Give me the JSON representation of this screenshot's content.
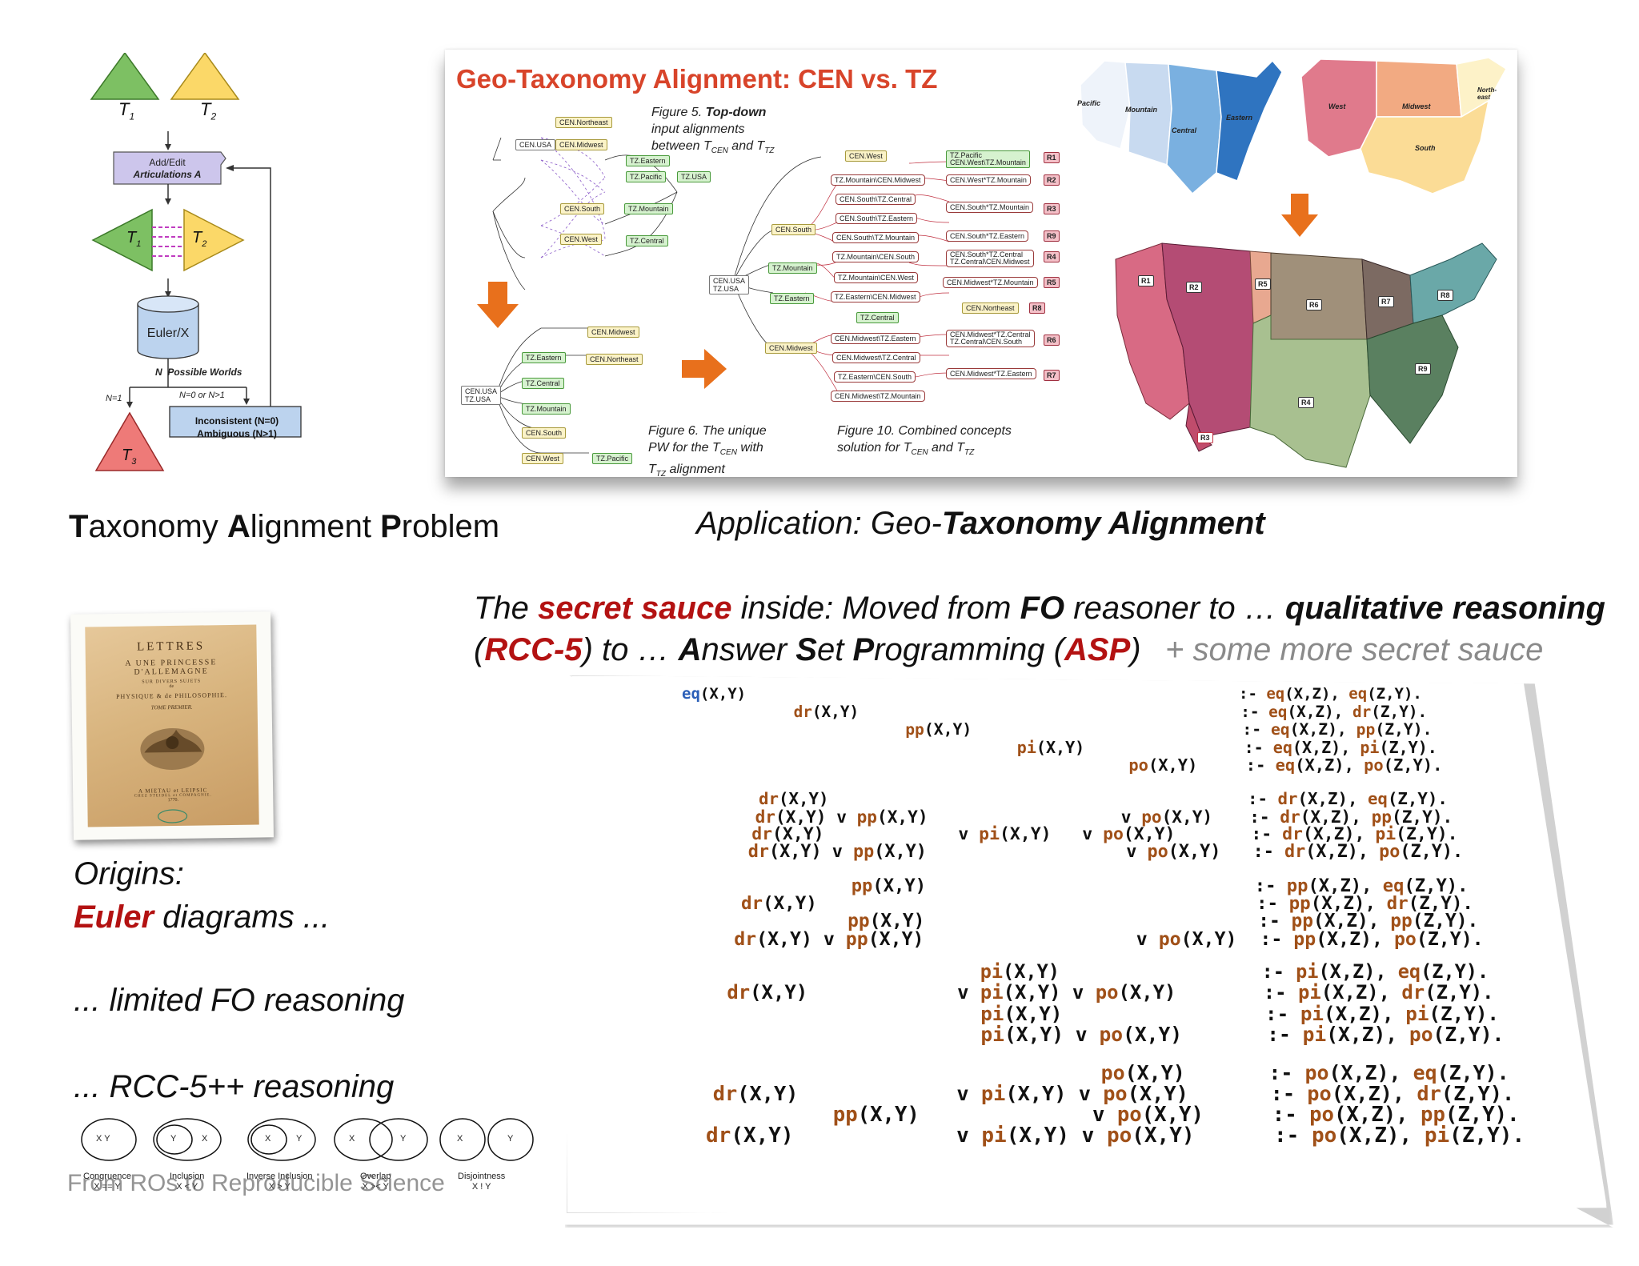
{
  "flow": {
    "t1": "T",
    "t1_sub": "1",
    "t2": "T",
    "t2_sub": "2",
    "add_edit_line1": "Add/Edit",
    "add_edit_line2": "Articulations A",
    "euler_box": "Euler/X",
    "n_label": "N",
    "possible_worlds": "Possible Worlds",
    "n_eq_1": "N=1",
    "n_eq_0_or": "N=0 or N>1",
    "inconsistent": "Inconsistent (N=0)",
    "ambiguous": "Ambiguous (N>1)",
    "t3": "T",
    "t3_sub": "3"
  },
  "captions": {
    "tap_T": "T",
    "tap_rest1": "axonomy ",
    "tap_A": "A",
    "tap_rest2": "lignment ",
    "tap_P": "P",
    "tap_rest3": "roblem",
    "app_prefix": "Application: Geo-",
    "app_bold": "Taxonomy Alignment"
  },
  "geo": {
    "title": "Geo-Taxonomy Alignment: CEN vs. TZ",
    "fig5_a": "Figure 5.",
    "fig5_b": "Top-down",
    "fig5_c": "input alignments",
    "fig5_d": "between T",
    "fig5_sub1": "CEN",
    "fig5_and": " and T",
    "fig5_sub2": "TZ",
    "fig6_a": "Figure 6. The unique",
    "fig6_b": "PW for the T",
    "fig6_sub1": "CEN",
    "fig6_with": " with",
    "fig6_c": "T",
    "fig6_sub2": "TZ",
    "fig6_d": " alignment",
    "fig10_a": "Figure 10. Combined concepts",
    "fig10_b": "solution for T",
    "fig10_sub1": "CEN",
    "fig10_and": " and T",
    "fig10_sub2": "TZ",
    "map1_labels": [
      "Pacific",
      "Mountain",
      "Central",
      "Eastern"
    ],
    "map2_labels": [
      "West",
      "Midwest",
      "Northeast",
      "South"
    ],
    "map2_ne": "North-",
    "map2_ne2": "east",
    "regions": [
      "R1",
      "R2",
      "R3",
      "R4",
      "R5",
      "R6",
      "R7",
      "R8",
      "R9"
    ],
    "fig5_nodes": [
      "CEN.Northeast",
      "CEN.USA",
      "CEN.Midwest",
      "TZ.Eastern",
      "TZ.Pacific",
      "TZ.USA",
      "CEN.South",
      "TZ.Mountain",
      "CEN.West",
      "TZ.Central"
    ],
    "fig6_nodes": [
      "CEN.Midwest",
      "TZ.Eastern",
      "CEN.Northeast",
      "TZ.Central",
      "CEN.USA",
      "TZ.USA",
      "TZ.Mountain",
      "CEN.South",
      "CEN.West",
      "TZ.Pacific"
    ],
    "fig10_left": [
      "CEN.West",
      "CEN.South",
      "CEN.USA",
      "TZ.USA",
      "TZ.Mountain",
      "TZ.Eastern",
      "CEN.Midwest"
    ],
    "fig10_mid": [
      "TZ.Mountain\\CEN.Midwest",
      "CEN.South\\TZ.Central",
      "CEN.South\\TZ.Eastern",
      "CEN.South\\TZ.Mountain",
      "TZ.Mountain\\CEN.South",
      "TZ.Mountain\\CEN.West",
      "TZ.Eastern\\CEN.Midwest",
      "TZ.Central",
      "CEN.Midwest\\TZ.Eastern",
      "CEN.Midwest\\TZ.Central",
      "TZ.Eastern\\CEN.South",
      "CEN.Midwest\\TZ.Mountain"
    ],
    "fig10_right": [
      "TZ.Pacific",
      "CEN.West\\TZ.Mountain",
      "CEN.West*TZ.Mountain",
      "CEN.South*TZ.Mountain",
      "CEN.South*TZ.Eastern",
      "CEN.South*TZ.Central",
      "TZ.Central\\CEN.Midwest",
      "CEN.Midwest*TZ.Mountain",
      "CEN.Northeast",
      "CEN.Midwest*TZ.Central",
      "TZ.Central\\CEN.South",
      "CEN.Midwest*TZ.Eastern"
    ],
    "fig10_rbadges": [
      "R1",
      "R2",
      "R3",
      "R9",
      "R4",
      "R5",
      "R8",
      "R6",
      "R7"
    ]
  },
  "secret": {
    "l1_a": "The ",
    "l1_b": "secret sauce",
    "l1_c": " inside: Moved from ",
    "l1_d": "FO",
    "l1_e": " reasoner to … ",
    "l1_f": "qualitative reasoning",
    "l2_a": "(",
    "l2_b": "RCC-5",
    "l2_c": ") to … ",
    "l2_A": "A",
    "l2_d": "nswer ",
    "l2_S": "S",
    "l2_e": "et ",
    "l2_P": "P",
    "l2_f": "rogramming (",
    "l2_g": "ASP",
    "l2_h": ")",
    "l2_more": "+ some more secret sauce"
  },
  "origins": {
    "o1": "Origins:",
    "o2_red": "Euler",
    "o2_rest": " diagrams ...",
    "o3": "... limited FO reasoning",
    "o4": "... RCC-5++ reasoning"
  },
  "book": {
    "l1": "LETTRES",
    "l2": "A UNE PRINCESSE",
    "l3": "D'ALLEMAGNE",
    "l4": "SUR DIVERS SUJETS",
    "l5": "de",
    "l6": "PHYSIQUE & de PHILOSOPHIE.",
    "l7": "TOME PREMIER.",
    "l8": "A MIETAU et LEIPSIC",
    "l9": "CHEZ STEIDEL et COMPAGNIE.",
    "l10": "1770."
  },
  "euler": [
    {
      "label": "Congruence",
      "rel": "X == Y",
      "a": "X Y"
    },
    {
      "label": "Inclusion",
      "rel": "X < Y",
      "a": "Y",
      "b": "X"
    },
    {
      "label": "Inverse Inclusion",
      "rel": "X > Y",
      "a": "X",
      "b": "Y"
    },
    {
      "label": "Overlap",
      "rel": "X >< Y",
      "a": "X",
      "b": "Y"
    },
    {
      "label": "Disjointness",
      "rel": "X ! Y",
      "a": "X",
      "b": "Y"
    }
  ],
  "footer": "From ROs to Reproducible Science",
  "code": {
    "rows": [
      {
        "l": "eq(X,Y)",
        "r": ":- eq(X,Z), eq(Z,Y)."
      },
      {
        "l": "dr(X,Y)",
        "r": ":- eq(X,Z), dr(Z,Y)."
      },
      {
        "l": "pp(X,Y)",
        "r": ":- eq(X,Z), pp(Z,Y)."
      },
      {
        "l": "pi(X,Y)",
        "r": ":- eq(X,Z), pi(Z,Y)."
      },
      {
        "l": "po(X,Y)",
        "r": ":- eq(X,Z), po(Z,Y)."
      },
      {
        "l": "dr(X,Y)",
        "r": ":- dr(X,Z), eq(Z,Y)."
      },
      {
        "l": "dr(X,Y) v pp(X,Y)                   v po(X,Y)",
        "r": ":- dr(X,Z), pp(Z,Y)."
      },
      {
        "l": "dr(X,Y)             v pi(X,Y)   v po(X,Y)",
        "r": ":- dr(X,Z), pi(Z,Y)."
      },
      {
        "l": "dr(X,Y) v pp(X,Y)                   v po(X,Y)",
        "r": ":- dr(X,Z), po(Z,Y)."
      },
      {
        "l": "          pp(X,Y)",
        "r": ":- pp(X,Z), eq(Z,Y)."
      },
      {
        "l": "dr(X,Y)",
        "r": ":- pp(X,Z), dr(Z,Y)."
      },
      {
        "l": "          pp(X,Y)",
        "r": ":- pp(X,Z), pp(Z,Y)."
      },
      {
        "l": "dr(X,Y) v pp(X,Y)                   v po(X,Y)",
        "r": ":- pp(X,Z), po(Z,Y)."
      },
      {
        "l": "                      pi(X,Y)",
        "r": ":- pi(X,Z), eq(Z,Y)."
      },
      {
        "l": "dr(X,Y)             v pi(X,Y) v po(X,Y)",
        "r": ":- pi(X,Z), dr(Z,Y)."
      },
      {
        "l": "                      pi(X,Y)",
        "r": ":- pi(X,Z), pi(Z,Y)."
      },
      {
        "l": "                      pi(X,Y) v po(X,Y)",
        "r": ":- pi(X,Z), po(Z,Y)."
      },
      {
        "l": "                                po(X,Y)",
        "r": ":- po(X,Z), eq(Z,Y)."
      },
      {
        "l": "dr(X,Y)             v pi(X,Y) v po(X,Y)",
        "r": ":- po(X,Z), dr(Z,Y)."
      },
      {
        "l": "          pp(X,Y)              v po(X,Y)",
        "r": ":- po(X,Z), pp(Z,Y)."
      },
      {
        "l": "dr(X,Y)             v pi(X,Y) v po(X,Y)",
        "r": ":- po(X,Z), pi(Z,Y)."
      }
    ]
  }
}
